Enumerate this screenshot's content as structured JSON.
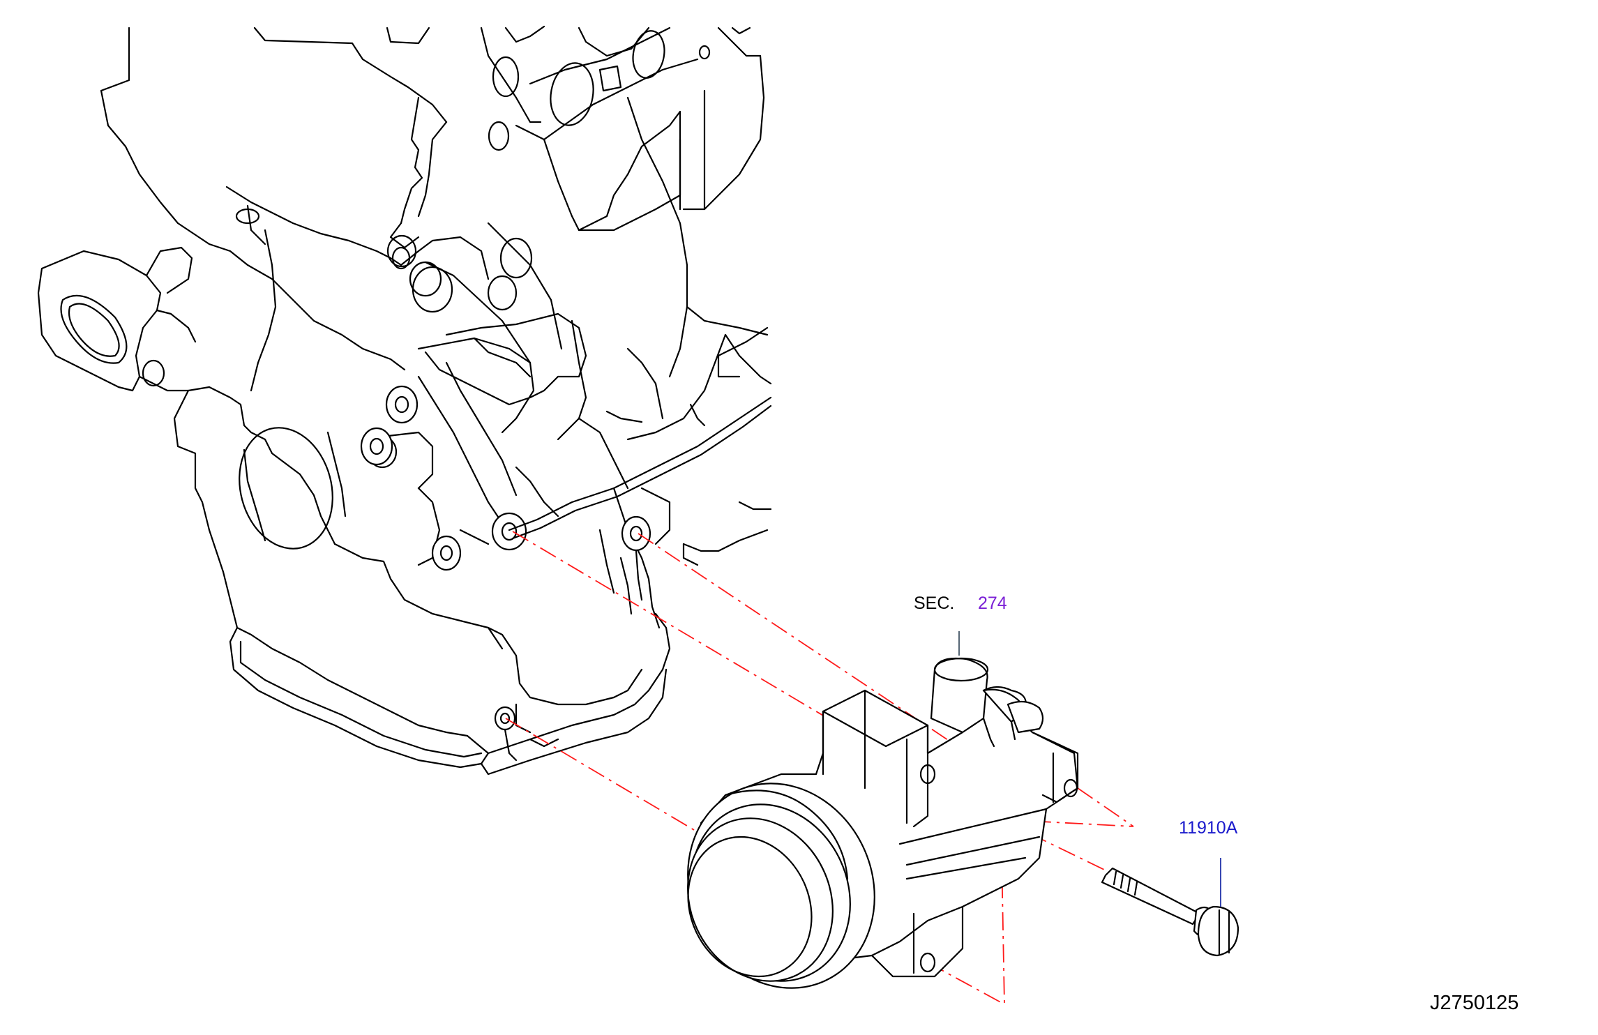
{
  "labels": {
    "sec_prefix": "SEC.",
    "sec_number": "274",
    "part_number": "11910A",
    "diagram_code": "J2750125"
  },
  "colors": {
    "sec_prefix": "#000000",
    "sec_number": "#7a1fd6",
    "part_number": "#1a1acc",
    "diagram_code": "#000000",
    "centerline": "#ff1a1a",
    "line_art": "#000000"
  }
}
